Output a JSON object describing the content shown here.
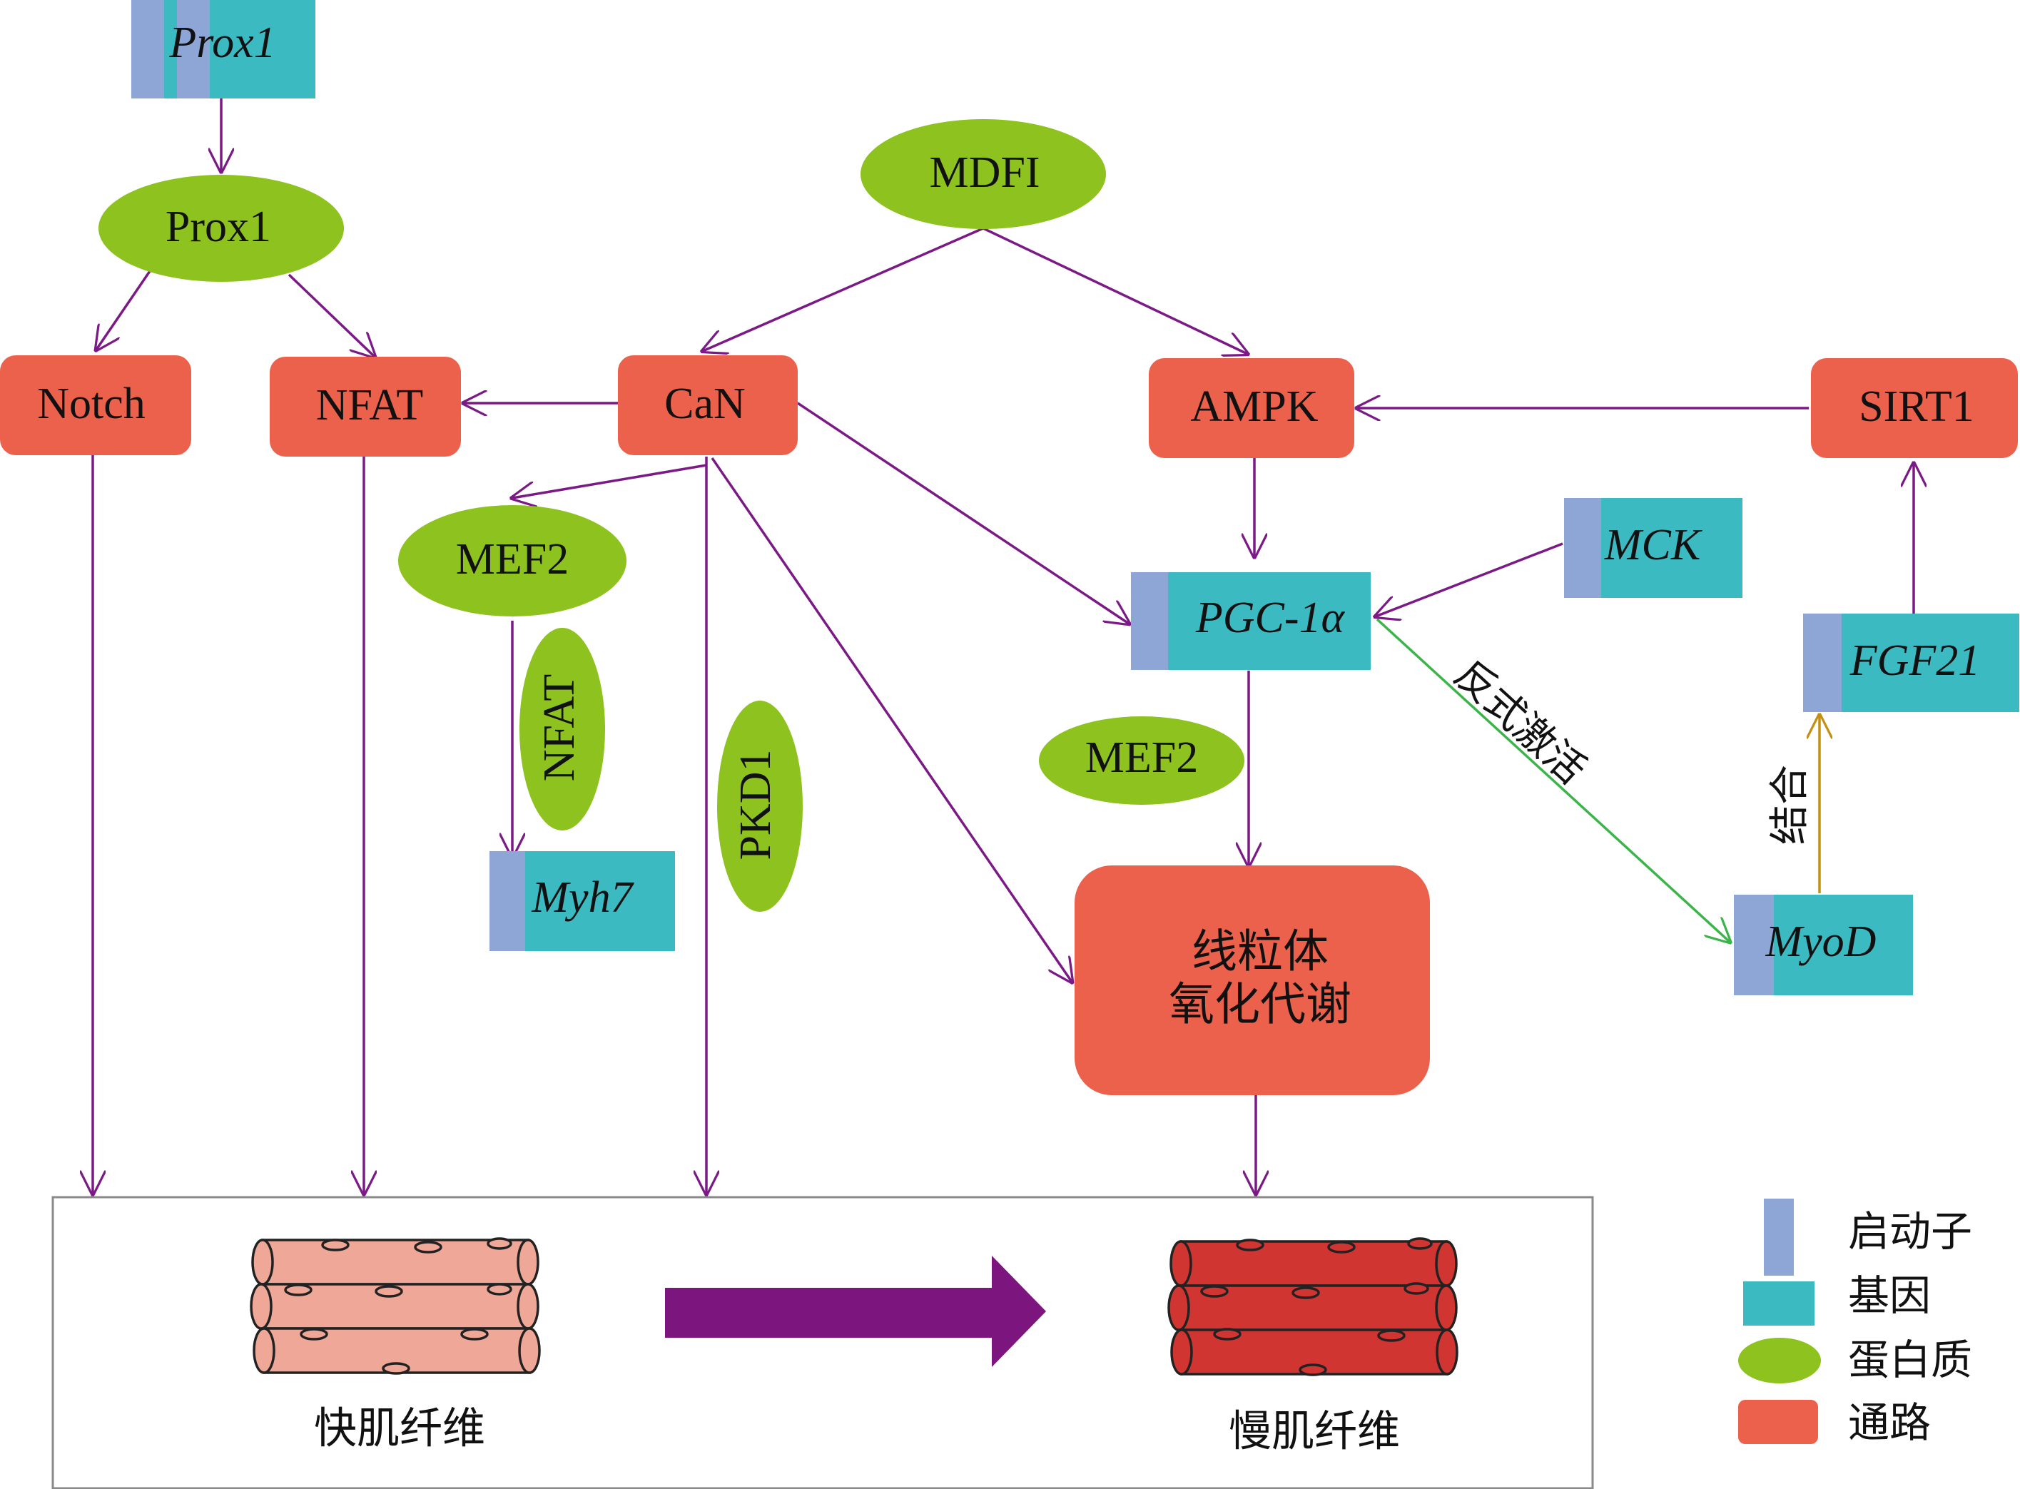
{
  "colors": {
    "promoter": "#8EA6D6",
    "gene": "#3BBAC2",
    "protein": "#8DC21F",
    "pathway": "#EB614B",
    "arrow": "#7B1A86",
    "green_arrow": "#3BB44A",
    "gold_arrow": "#C4900F",
    "fast_fiber": "#EFA797",
    "slow_fiber": "#D03532",
    "big_arrow": "#7D157F"
  },
  "genes": {
    "prox1": "Prox1",
    "pgc1a": "PGC-1α",
    "mck": "MCK",
    "fgf21": "FGF21",
    "myh7": "Myh7",
    "myod": "MyoD"
  },
  "proteins": {
    "prox1": "Prox1",
    "mdfi": "MDFI",
    "mef2_left": "MEF2",
    "nfat_rot": "NFAT",
    "pkd1": "PKD1",
    "mef2_mid": "MEF2"
  },
  "pathways": {
    "notch": "Notch",
    "nfat": "NFAT",
    "can": "CaN",
    "ampk": "AMPK",
    "sirt1": "SIRT1",
    "mito_line1": "线粒体",
    "mito_line2": "氧化代谢"
  },
  "edge_labels": {
    "reverse_activation": "反式激活",
    "binding": "结合"
  },
  "fibers": {
    "fast": "快肌纤维",
    "slow": "慢肌纤维"
  },
  "legend": {
    "promoter": "启动子",
    "gene": "基因",
    "protein": "蛋白质",
    "pathway": "通路"
  }
}
